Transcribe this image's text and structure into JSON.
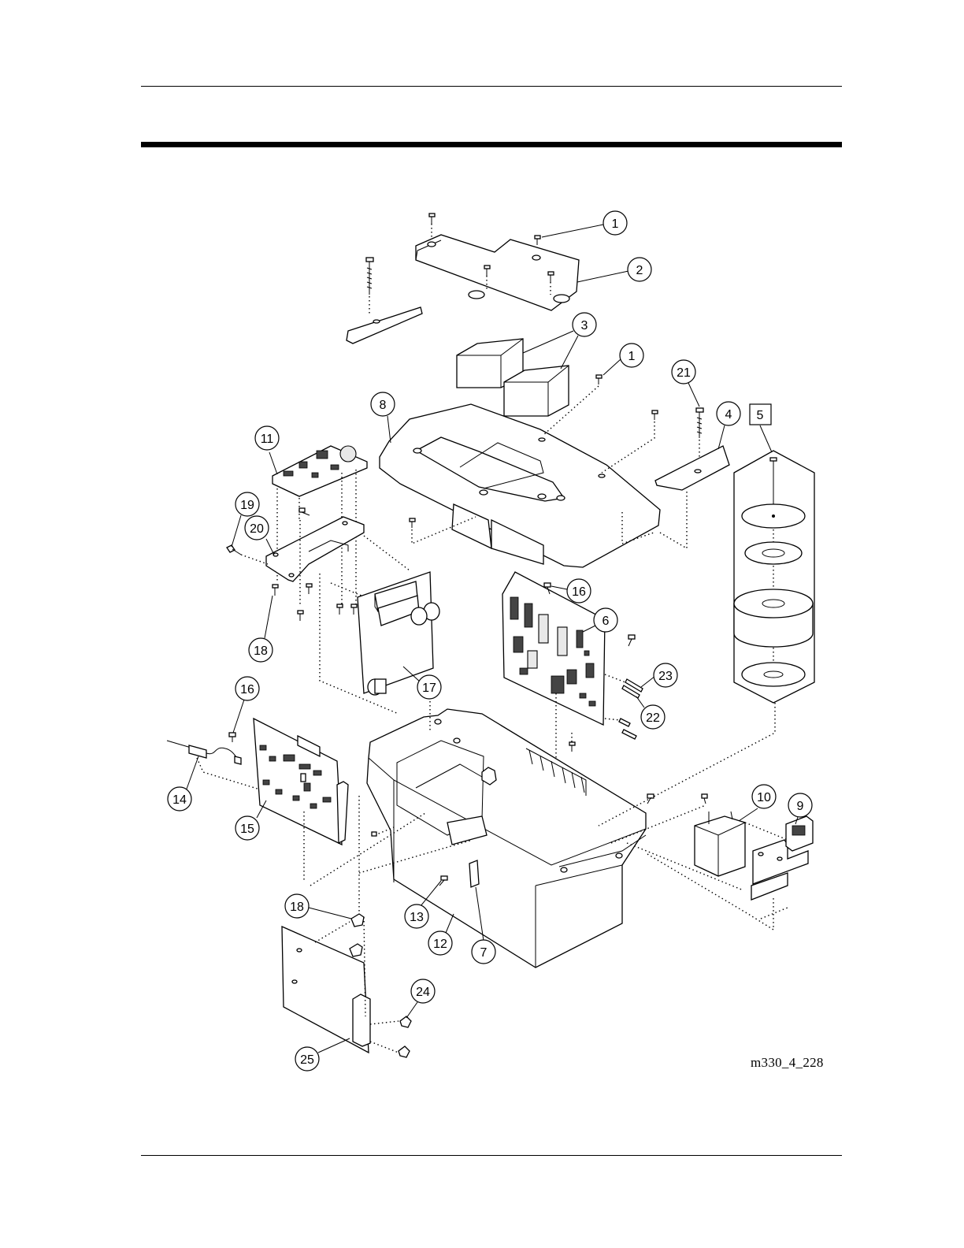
{
  "figure_id": "m330_4_228",
  "callouts": [
    {
      "id": "c1a",
      "label": "1"
    },
    {
      "id": "c2",
      "label": "2"
    },
    {
      "id": "c3",
      "label": "3"
    },
    {
      "id": "c1b",
      "label": "1"
    },
    {
      "id": "c21",
      "label": "21"
    },
    {
      "id": "c4",
      "label": "4"
    },
    {
      "id": "c5",
      "label": "5"
    },
    {
      "id": "c8",
      "label": "8"
    },
    {
      "id": "c11",
      "label": "11"
    },
    {
      "id": "c19",
      "label": "19"
    },
    {
      "id": "c20",
      "label": "20"
    },
    {
      "id": "c18a",
      "label": "18"
    },
    {
      "id": "c16a",
      "label": "16"
    },
    {
      "id": "c6",
      "label": "6"
    },
    {
      "id": "c17",
      "label": "17"
    },
    {
      "id": "c23",
      "label": "23"
    },
    {
      "id": "c22",
      "label": "22"
    },
    {
      "id": "c16b",
      "label": "16"
    },
    {
      "id": "c14",
      "label": "14"
    },
    {
      "id": "c15",
      "label": "15"
    },
    {
      "id": "c10",
      "label": "10"
    },
    {
      "id": "c9",
      "label": "9"
    },
    {
      "id": "c13",
      "label": "13"
    },
    {
      "id": "c12",
      "label": "12"
    },
    {
      "id": "c7",
      "label": "7"
    },
    {
      "id": "c18b",
      "label": "18"
    },
    {
      "id": "c24",
      "label": "24"
    },
    {
      "id": "c25",
      "label": "25"
    }
  ]
}
